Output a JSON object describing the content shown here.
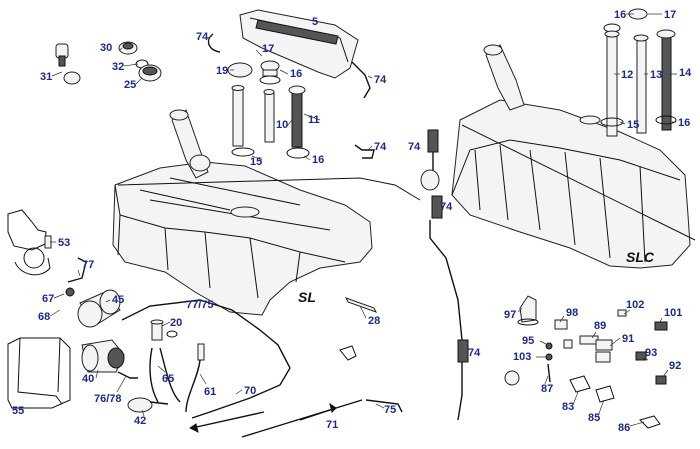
{
  "diagram": {
    "model_labels": {
      "left_tank": "SL",
      "right_tank": "SLC"
    },
    "part_numbers": {
      "n5": "5",
      "n74a": "74",
      "n74b": "74",
      "n74c": "74",
      "n74d": "74",
      "n74e": "74",
      "n74f": "74",
      "n30": "30",
      "n32": "32",
      "n25": "25",
      "n31": "31",
      "n17a": "17",
      "n19": "19",
      "n16a": "16",
      "n10": "10",
      "n11": "11",
      "n15a": "15",
      "n16b": "16",
      "n16c": "16",
      "n17b": "17",
      "n12": "12",
      "n13": "13",
      "n14": "14",
      "n15b": "15",
      "n16d": "16",
      "n53": "53",
      "n77": "77",
      "n67": "67",
      "n68": "68",
      "n45": "45",
      "n77_75": "77/75",
      "n20": "20",
      "n28": "28",
      "n55": "55",
      "n40": "40",
      "n76_78": "76/78",
      "n65": "65",
      "n61": "61",
      "n70": "70",
      "n42": "42",
      "n71": "71",
      "n75": "75",
      "n97": "97",
      "n98": "98",
      "n102": "102",
      "n101": "101",
      "n89": "89",
      "n95": "95",
      "n91": "91",
      "n103": "103",
      "n93": "93",
      "n92": "92",
      "n87": "87",
      "n83": "83",
      "n85": "85",
      "n86": "86"
    }
  }
}
